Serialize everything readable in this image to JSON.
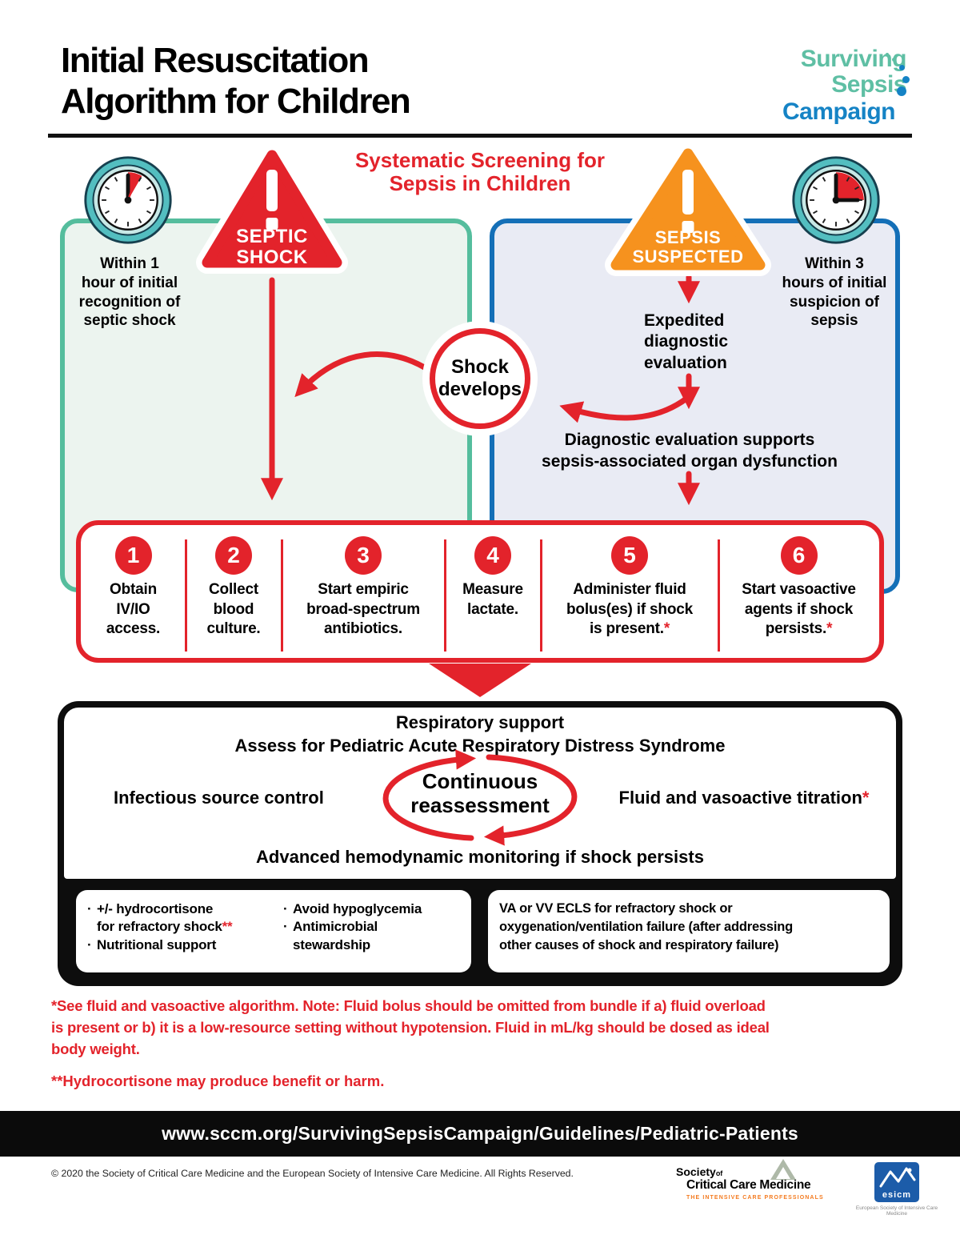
{
  "title": "Initial Resuscitation\nAlgorithm for Children",
  "logo": {
    "top": "Surviving Sepsis",
    "bottom": "Campaign"
  },
  "screening_heading": "Systematic Screening for\nSepsis in Children",
  "septic_shock": {
    "alert": "SEPTIC\nSHOCK",
    "timer": "Within 1\nhour of initial\nrecognition of\nseptic shock"
  },
  "sepsis_suspected": {
    "alert": "SEPSIS\nSUSPECTED",
    "timer": "Within 3\nhours of initial\nsuspicion of\nsepsis",
    "expedited": "Expedited\ndiagnostic\nevaluation",
    "diagnostic_support": "Diagnostic evaluation supports\nsepsis-associated organ dysfunction"
  },
  "shock_develops": "Shock\ndevelops",
  "bundle": {
    "steps": [
      {
        "number": "1",
        "text": "Obtain\nIV/IO\naccess.",
        "asterisk": ""
      },
      {
        "number": "2",
        "text": "Collect\nblood\nculture.",
        "asterisk": ""
      },
      {
        "number": "3",
        "text": "Start empiric\nbroad-spectrum\nantibiotics.",
        "asterisk": ""
      },
      {
        "number": "4",
        "text": "Measure\nlactate.",
        "asterisk": ""
      },
      {
        "number": "5",
        "text": "Administer fluid\nbolus(es) if shock\nis present.",
        "asterisk": "*"
      },
      {
        "number": "6",
        "text": "Start vasoactive\nagents if shock\npersists.",
        "asterisk": "*"
      }
    ]
  },
  "management": {
    "line1": "Respiratory support",
    "line2": "Assess for Pediatric Acute Respiratory Distress Syndrome",
    "left_label": "Infectious source control",
    "cycle": "Continuous\nreassessment",
    "right_label": "Fluid and vasoactive titration",
    "right_asterisk": "*",
    "bottom_label": "Advanced hemodynamic monitoring if shock persists"
  },
  "black_band": {
    "col1": [
      {
        "text": "+/- hydrocortisone\nfor refractory shock",
        "suffix": "**"
      },
      {
        "text": "Nutritional support",
        "suffix": ""
      }
    ],
    "col2": [
      {
        "text": "Avoid hypoglycemia",
        "suffix": ""
      },
      {
        "text": "Antimicrobial\nstewardship",
        "suffix": ""
      }
    ],
    "right_text": "VA or VV ECLS for refractory shock or\noxygenation/ventilation failure (after addressing\nother causes of shock and respiratory failure)"
  },
  "footnotes": {
    "note1": "*See fluid and vasoactive algorithm. Note: Fluid bolus should be omitted from bundle if a) fluid overload\nis present or b) it is a low-resource setting without hypotension. Fluid in mL/kg should be dosed as ideal\nbody weight.",
    "note2": "**Hydrocortisone may produce benefit or harm."
  },
  "footer": {
    "url": "www.sccm.org/SurvivingSepsisCampaign/Guidelines/Pediatric-Patients",
    "copyright": "© 2020 the Society of Critical Care Medicine and the European Society of Intensive Care Medicine. All Rights Reserved.",
    "sccm_line1a": "Society",
    "sccm_line1b": "of",
    "sccm_line2": "Critical Care Medicine",
    "sccm_tagline": "THE INTENSIVE CARE PROFESSIONALS",
    "esicm_text": "esicm",
    "esicm_caption": "European Society of Intensive Care Medicine"
  },
  "colors": {
    "red": "#E3232B",
    "orange": "#F6921E",
    "teal_border": "#55BD9D",
    "blue_border": "#146FB7",
    "logo_teal": "#5FBFA4",
    "logo_blue": "#1583C5"
  }
}
